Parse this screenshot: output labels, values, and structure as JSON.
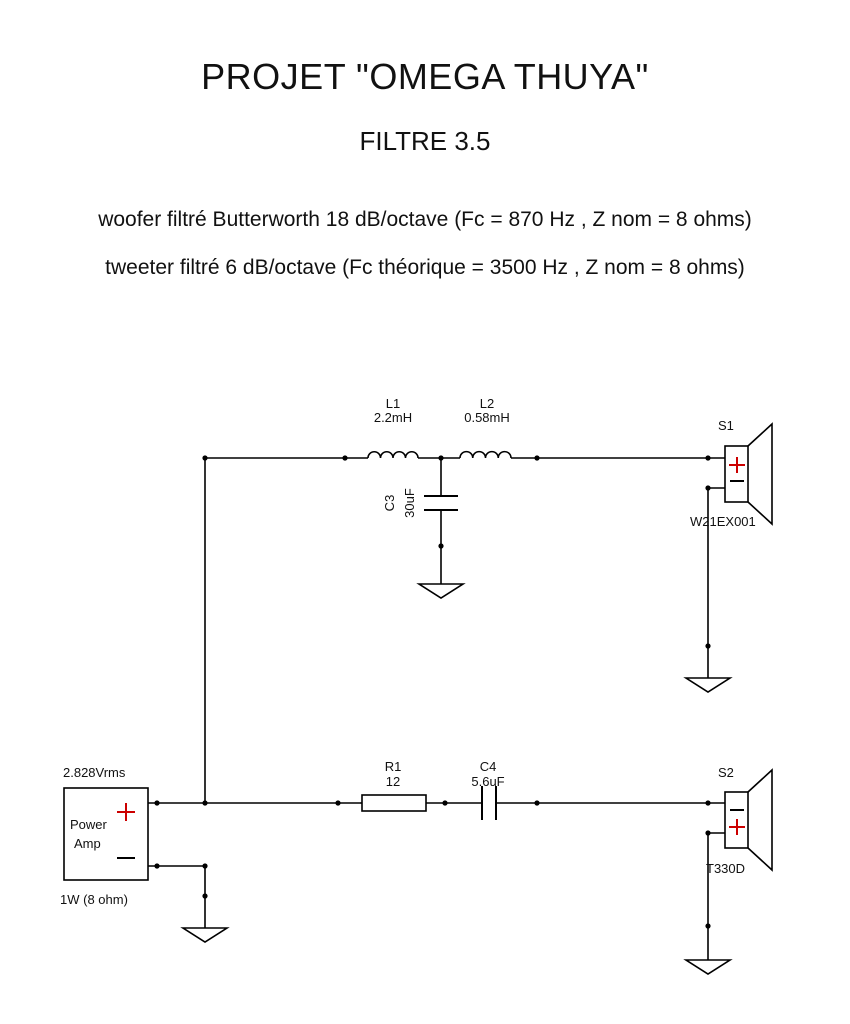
{
  "header": {
    "title": "PROJET  \"OMEGA THUYA\"",
    "subtitle": "FILTRE 3.5",
    "line1": "woofer filtré Butterworth 18 dB/octave (Fc = 870 Hz , Z nom = 8 ohms)",
    "line2": "tweeter filtré 6 dB/octave (Fc théorique = 3500 Hz , Z nom = 8 ohms)"
  },
  "components": {
    "L1": {
      "ref": "L1",
      "value": "2.2mH"
    },
    "L2": {
      "ref": "L2",
      "value": "0.58mH"
    },
    "C3": {
      "ref": "C3",
      "value": "30uF"
    },
    "R1": {
      "ref": "R1",
      "value": "12"
    },
    "C4": {
      "ref": "C4",
      "value": "5.6uF"
    },
    "S1": {
      "ref": "S1",
      "model": "W21EX001"
    },
    "S2": {
      "ref": "S2",
      "model": "T330D"
    },
    "amp": {
      "voltage": "2.828Vrms",
      "label_line1": "Power",
      "label_line2": "Amp",
      "power": "1W (8 ohm)"
    }
  }
}
